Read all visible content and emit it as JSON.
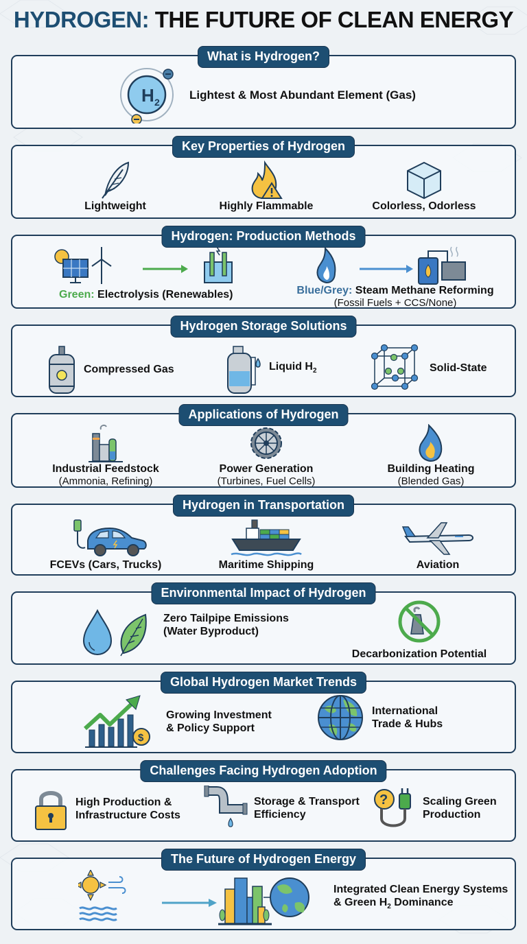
{
  "title": {
    "accent": "HYDROGEN:",
    "rest": " THE FUTURE OF CLEAN ENERGY"
  },
  "colors": {
    "primary_navy": "#1d4e72",
    "border": "#1f3d5a",
    "background": "#eef2f5",
    "green_accent": "#4caa4c",
    "blue_accent": "#3a6f9c"
  },
  "sections": [
    {
      "header": "What is Hydrogen?",
      "items": [
        {
          "icon": "h2-molecule-icon",
          "label": "Lightest & Most Abundant Element (Gas)",
          "icon_text": "H",
          "icon_sub": "2"
        }
      ]
    },
    {
      "header": "Key Properties of Hydrogen",
      "items": [
        {
          "icon": "feather-icon",
          "label": "Lightweight"
        },
        {
          "icon": "flame-warning-icon",
          "label": "Highly Flammable"
        },
        {
          "icon": "cube-icon",
          "label": "Colorless, Odorless"
        }
      ]
    },
    {
      "header": "Hydrogen: Production Methods",
      "items": [
        {
          "icon": "solar-wind-to-electrolyzer-icon",
          "prefix": "Green:",
          "label": " Electrolysis (Renewables)"
        },
        {
          "icon": "flame-to-reformer-icon",
          "prefix": "Blue/Grey:",
          "label": " Steam Methane Reforming",
          "sub": "(Fossil Fuels + CCS/None)"
        }
      ]
    },
    {
      "header": "Hydrogen Storage Solutions",
      "items": [
        {
          "icon": "gas-cylinder-icon",
          "label": "Compressed Gas"
        },
        {
          "icon": "liquid-tank-icon",
          "label": "Liquid H",
          "label_sub": "2"
        },
        {
          "icon": "lattice-icon",
          "label": "Solid-State"
        }
      ]
    },
    {
      "header": "Applications of Hydrogen",
      "items": [
        {
          "icon": "factory-icon",
          "label": "Industrial Feedstock",
          "sub": "(Ammonia, Refining)"
        },
        {
          "icon": "turbine-gear-icon",
          "label": "Power Generation",
          "sub": "(Turbines, Fuel Cells)"
        },
        {
          "icon": "blue-flame-icon",
          "label": "Building Heating",
          "sub": "(Blended Gas)"
        }
      ]
    },
    {
      "header": "Hydrogen in Transportation",
      "items": [
        {
          "icon": "fuel-cell-car-icon",
          "label": "FCEVs (Cars, Trucks)"
        },
        {
          "icon": "cargo-ship-icon",
          "label": "Maritime Shipping"
        },
        {
          "icon": "airplane-icon",
          "label": "Aviation"
        }
      ]
    },
    {
      "header": "Environmental Impact of Hydrogen",
      "items": [
        {
          "icon": "water-drop-leaf-icon",
          "label": "Zero Tailpipe Emissions",
          "label2": "(Water Byproduct)"
        },
        {
          "icon": "no-smokestack-icon",
          "label": "Decarbonization Potential"
        }
      ]
    },
    {
      "header": "Global Hydrogen Market Trends",
      "items": [
        {
          "icon": "growth-chart-dollar-icon",
          "label": "Growing Investment",
          "label2": "& Policy Support"
        },
        {
          "icon": "globe-icon",
          "label": "International",
          "label2": "Trade & Hubs"
        }
      ]
    },
    {
      "header": "Challenges Facing Hydrogen Adoption",
      "items": [
        {
          "icon": "padlock-icon",
          "label": "High Production &",
          "label2": "Infrastructure Costs"
        },
        {
          "icon": "leaking-pipe-icon",
          "label": "Storage & Transport",
          "label2": "Efficiency"
        },
        {
          "icon": "question-plug-icon",
          "label": "Scaling Green",
          "label2": "Production"
        }
      ]
    },
    {
      "header": "The Future of Hydrogen Energy",
      "items": [
        {
          "icon": "sun-wind-water-to-city-globe-icon",
          "label": "Integrated Clean Energy Systems",
          "label2_pre": "& Green H",
          "label2_sub": "2",
          "label2_post": " Dominance"
        }
      ]
    }
  ]
}
